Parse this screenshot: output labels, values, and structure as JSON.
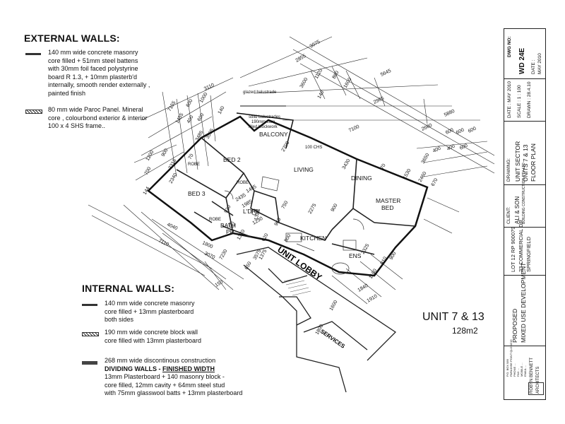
{
  "external_walls": {
    "heading": "EXTERNAL WALLS:",
    "spec1": [
      "140 mm wide  concrete masonry",
      "core filled + 51mm steel battens",
      "with  30mm foil faced polystyrine",
      "board R 1.3,  + 10mm plasterb'd",
      "internally, smooth render externally ,",
      "painted finish"
    ],
    "spec2": [
      "80 mm wide  Paroc Panel. Mineral",
      "core , colourbond exterior  & interior",
      "100 x 4 SHS frame.."
    ]
  },
  "internal_walls": {
    "heading": "INTERNAL WALLS:",
    "spec1": [
      "140 mm wide  concrete masonry",
      "core filled + 13mm plasterboard",
      "both sides"
    ],
    "spec2": [
      "190 mm wide concrete block wall",
      "core filled with 13mm plasterboard"
    ],
    "spec3_title": "268 mm wide  discontinous construction",
    "spec3_sub_a": "DIVIDING WALLS - ",
    "spec3_sub_b": "FINISHED WIDTH",
    "spec3": [
      "13mm Plasterboard + 140 masonry block -",
      "core filled, 12mm cavity + 64mm steel stud",
      "with 75mm glasswool batts + 13mm plasterboard"
    ]
  },
  "unit": {
    "label": "UNIT 7 & 13",
    "area": "128m2"
  },
  "rooms": {
    "balcony": "BALCONY",
    "bed2": "BED 2",
    "bed3": "BED 3",
    "living": "LIVING",
    "dining": "DINING",
    "master_bed": "MASTER",
    "master_bed2": "BED",
    "ldry": "L'DRY",
    "bath": "BATH",
    "pr": "PR",
    "kitchen": "KITCHEN",
    "ens": "ENS",
    "robe": "ROBE",
    "lobby": "UNIT LOBBY",
    "services": "SERVICES",
    "glazed": "glazed balustrade",
    "solid_bal": [
      "solid balustrades",
      "190mm core",
      "filled blockwork"
    ],
    "chs": "100 CHS"
  },
  "dims": {
    "d3075": "3075",
    "d2855": "2855",
    "d5645": "5645",
    "d1120": "1120",
    "d860": "860",
    "d1600": "1600",
    "d3600": "3600",
    "d140a": "140",
    "d2985": "2985",
    "d3110": "3110",
    "d7155": "7155",
    "d600a": "600",
    "d600b": "600",
    "d1455": "1455",
    "d400a": "400",
    "d1000": "1000",
    "d140b": "140",
    "d3485": "3485",
    "d3505": "3505",
    "d1200": "1200",
    "d900": "900",
    "d3316": "3316",
    "d70a": "70",
    "d700": "700",
    "d2340": "2340",
    "d144": "144",
    "d2700": "2700",
    "d7100": "7100",
    "d5880": "5880",
    "d2680": "2680",
    "d600c": "600",
    "d600d": "600",
    "d600e": "600",
    "d400b": "400",
    "d400c": "400",
    "d600f": "600",
    "d3430": "3430",
    "d70b": "70",
    "d3650": "3650",
    "d1530": "1530",
    "d2460": "2460",
    "d670": "670",
    "d2435": "2435",
    "d1405": "1405",
    "d1985": "1985",
    "d1320": "1320",
    "d2275": "2275",
    "d900b": "900",
    "d750": "750",
    "d1230": "1230",
    "d960": "960",
    "d2325": "2325",
    "d4040": "4040",
    "d7110": "7110",
    "d1800": "1800",
    "d3070": "3070",
    "d7230": "7230",
    "d150": "150",
    "d650": "650",
    "d3575": "3575",
    "d1375": "1375",
    "d620": "620",
    "d1840": "1840",
    "d1910": "1910",
    "d1160": "1160",
    "d910": "910",
    "d900c": "900",
    "d1800b": "1800",
    "d1600b": "1600",
    "d800": "800",
    "d1370": "1370",
    "d920": "920"
  },
  "title_block": {
    "dwg_no_label": "DWG NO:",
    "dwg_no": "WD 24E",
    "date_label": "DATE :",
    "date": "MAY 2010",
    "scale_label": "SCALE :",
    "scale": "1 : 100",
    "drawn_label": "DRAWN :",
    "drawn": "28.4.10",
    "drawing_label": "DRAWING:",
    "drawing": [
      "UNIT SECTOR",
      "UNITS 7 & 13",
      "FLOOR PLAN"
    ],
    "client_label": "CLIENT:",
    "client": [
      "ALI & SON",
      "BUILDING CONSTRUCTION PTY LTD"
    ],
    "site": [
      "LOT 12  RP 900079",
      "23 COMMERCIAL DR",
      "SPRINGFIELD"
    ],
    "project": [
      "PROPOSED",
      "MIXED USE DEVELOPMENT"
    ],
    "contact": [
      "P.O. BOX  589",
      "PARADISE POINT  QLD 4216",
      "PHONE  ...",
      "FAX  ...",
      "MOBILE ...",
      "EMAIL  ..."
    ],
    "firm": [
      "ROBYN BENNETT",
      "ARCHITECTS"
    ]
  }
}
